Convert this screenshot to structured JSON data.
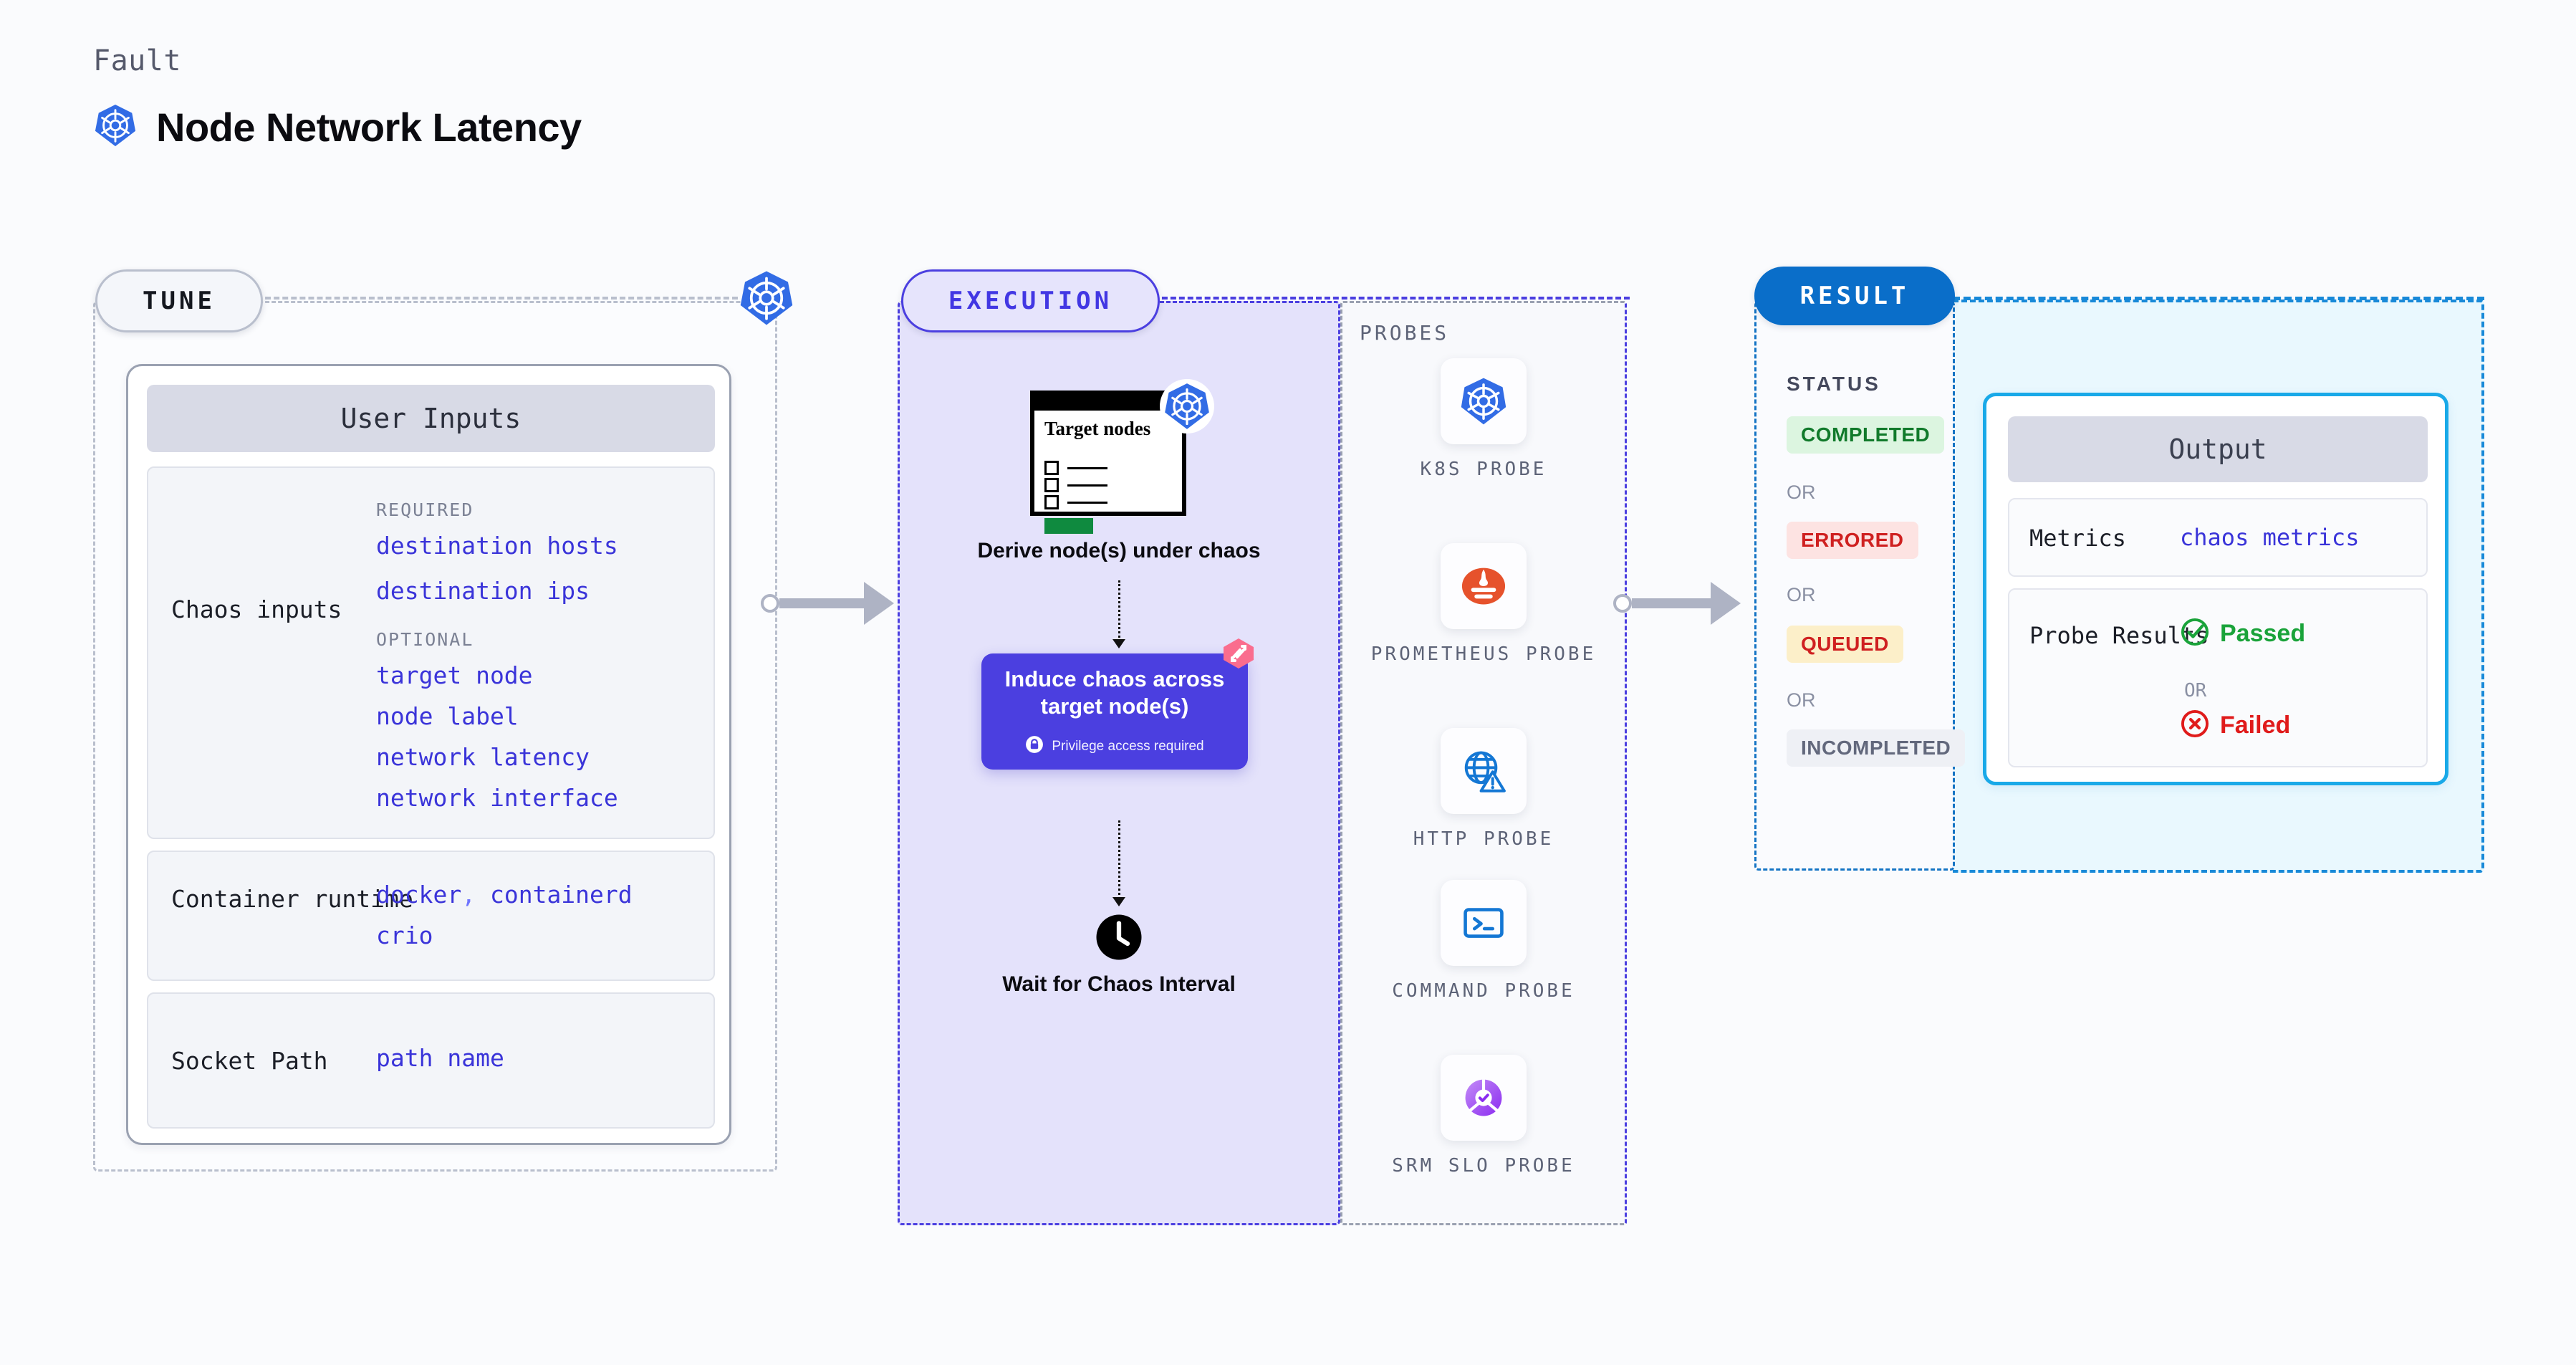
{
  "header": {
    "kicker": "Fault",
    "title": "Node Network Latency",
    "logo_icon": "kubernetes-icon"
  },
  "stages": {
    "tune": {
      "badge": "TUNE",
      "platform_icon": "kubernetes-icon",
      "card_title": "User Inputs",
      "groups": [
        {
          "label": "Chaos inputs",
          "sections": [
            {
              "heading": "REQUIRED",
              "values": [
                "destination hosts",
                "destination ips"
              ]
            },
            {
              "heading": "OPTIONAL",
              "values": [
                "target node",
                "node label",
                "network latency",
                "network interface"
              ]
            }
          ]
        },
        {
          "label": "Container runtime",
          "values_line1": [
            "docker",
            "containerd"
          ],
          "separator": ",",
          "values_line2": [
            "crio"
          ]
        },
        {
          "label": "Socket Path",
          "value": "path name"
        }
      ]
    },
    "execution": {
      "badge": "EXECUTION",
      "node_card": {
        "title": "Target nodes",
        "icon": "kubernetes-icon",
        "checkbox_rows": 3
      },
      "steps": [
        {
          "label": "Derive node(s) under chaos"
        },
        {
          "label": "Induce chaos across target node(s)",
          "badge": "Privilege access required",
          "badge_icon": "lock-icon",
          "brand_icon": "harness-icon"
        },
        {
          "label": "Wait for Chaos Interval",
          "icon": "clock-icon"
        }
      ],
      "probes": {
        "label": "PROBES",
        "items": [
          {
            "name": "K8S PROBE",
            "icon": "kubernetes-icon"
          },
          {
            "name": "PROMETHEUS PROBE",
            "icon": "prometheus-icon"
          },
          {
            "name": "HTTP PROBE",
            "icon": "http-globe-warning-icon"
          },
          {
            "name": "COMMAND PROBE",
            "icon": "terminal-icon"
          },
          {
            "name": "SRM SLO PROBE",
            "icon": "srm-slo-icon"
          }
        ]
      }
    },
    "result": {
      "badge": "RESULT",
      "status_label": "STATUS",
      "or_label": "OR",
      "statuses": [
        {
          "text": "COMPLETED",
          "bg": "#dcf5e0",
          "fg": "#117a2b"
        },
        {
          "text": "ERRORED",
          "bg": "#fde3e2",
          "fg": "#cf2020"
        },
        {
          "text": "QUEUED",
          "bg": "#fcefc9",
          "fg": "#cf2020"
        },
        {
          "text": "INCOMPLETED",
          "bg": "#eef0f5",
          "fg": "#62687c"
        }
      ],
      "output": {
        "title": "Output",
        "rows": [
          {
            "key": "Metrics",
            "value": "chaos metrics"
          },
          {
            "key": "Probe Results",
            "passed": "Passed",
            "or": "OR",
            "failed": "Failed"
          }
        ]
      }
    }
  },
  "colors": {
    "accent_purple": "#4b3fe0",
    "accent_blue": "#0a6ec9",
    "accent_cyan": "#19a9e8",
    "k8s_blue": "#326ce5",
    "value_blue": "#3a34d9",
    "pass_green": "#1aa33a",
    "fail_red": "#e01b1b",
    "harness_pink": "#fa6d8e"
  }
}
